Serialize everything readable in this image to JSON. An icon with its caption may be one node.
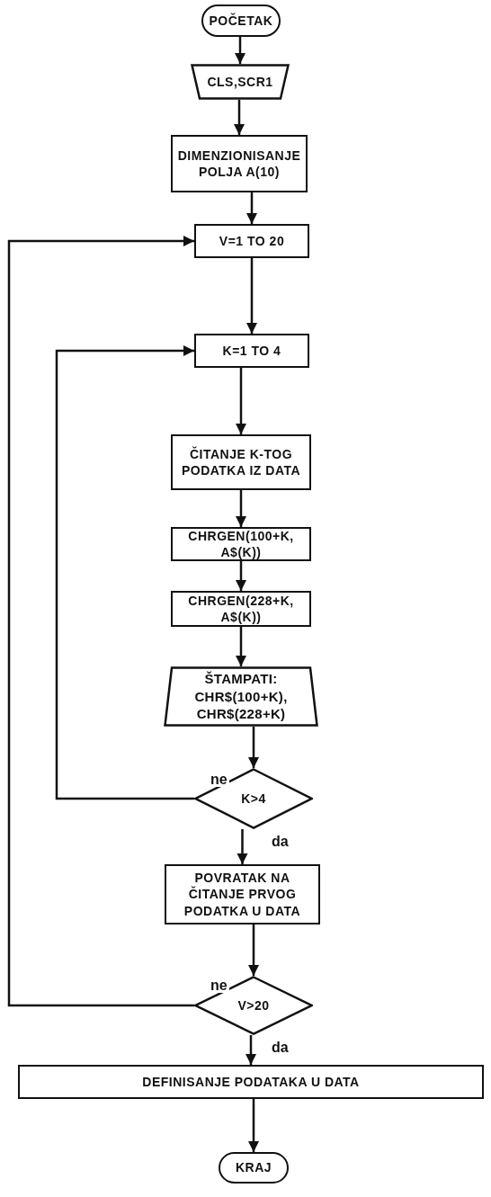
{
  "diagram": {
    "nodes": [
      {
        "text": [
          "POČETAK"
        ]
      },
      {
        "text": [
          "CLS,SCR1"
        ]
      },
      {
        "text": [
          "DIMENZIONISANJE POLJA A(10)"
        ]
      },
      {
        "text": [
          "V=1 TO 20"
        ]
      },
      {
        "text": [
          "K=1 TO 4"
        ]
      },
      {
        "text": [
          "ČITANJE K-TOG PODATKA IZ DATA"
        ]
      },
      {
        "text": [
          "CHRGEN(100+K, A$(K))"
        ]
      },
      {
        "text": [
          "CHRGEN(228+K, A$(K))"
        ]
      },
      {
        "text": [
          "ŠTAMPATI: CHR$(100+K), CHR$(228+K)"
        ]
      },
      {
        "text": [
          "K>4"
        ]
      },
      {
        "text": [
          "POVRATAK NA ČITANJE PRVOG PODATKA U DATA"
        ]
      },
      {
        "text": [
          "V>20"
        ]
      },
      {
        "text": [
          "DEFINISANJE PODATAKA U DATA"
        ]
      },
      {
        "text": [
          "KRAJ"
        ]
      }
    ],
    "edges": [
      {
        "from": 0,
        "to": 1,
        "arrow": "to"
      },
      {
        "from": 1,
        "to": 2,
        "arrow": "to"
      },
      {
        "from": 2,
        "to": 3,
        "arrow": "to"
      },
      {
        "from": 3,
        "to": 4,
        "arrow": "to"
      },
      {
        "from": 4,
        "to": 5,
        "arrow": "to"
      },
      {
        "from": 5,
        "to": 6,
        "arrow": "to"
      },
      {
        "from": 6,
        "to": 7,
        "arrow": "to"
      },
      {
        "from": 7,
        "to": 8,
        "arrow": "to"
      },
      {
        "from": 8,
        "to": 9,
        "arrow": "to"
      },
      {
        "from": 9,
        "to": 4,
        "arrow": "to",
        "label": "ne"
      },
      {
        "from": 9,
        "to": 10,
        "arrow": "to",
        "label": "da"
      },
      {
        "from": 10,
        "to": 11,
        "arrow": "to"
      },
      {
        "from": 11,
        "to": 3,
        "arrow": "to",
        "label": "ne"
      },
      {
        "from": 11,
        "to": 12,
        "arrow": "to",
        "label": "da"
      },
      {
        "from": 12,
        "to": 13,
        "arrow": "to"
      }
    ]
  }
}
